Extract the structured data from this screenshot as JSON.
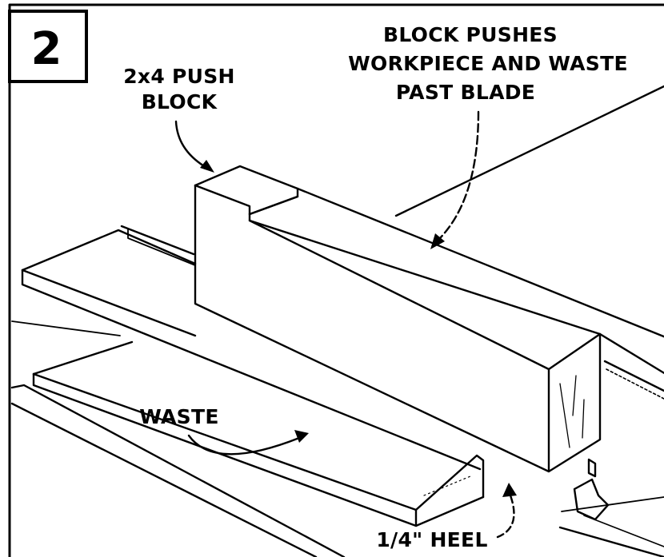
{
  "figure": {
    "step_number": "2",
    "labels": {
      "push_block_line1": "2x4 PUSH",
      "push_block_line2": "BLOCK",
      "pushes_line1": "BLOCK PUSHES",
      "pushes_line2": "WORKPIECE AND WASTE",
      "pushes_line3": "PAST BLADE",
      "waste": "WASTE",
      "heel": "1/4\" HEEL"
    }
  }
}
